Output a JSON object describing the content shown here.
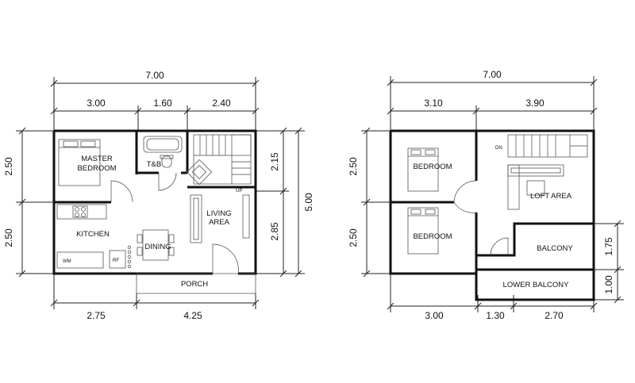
{
  "ground_floor": {
    "dims": {
      "total_width": "7.00",
      "top_segments": [
        "3.00",
        "1.60",
        "2.40"
      ],
      "bottom_segments": [
        "2.75",
        "4.25"
      ],
      "left_segments": [
        "2.50",
        "2.50"
      ],
      "right_inner": [
        "2.15",
        "2.85"
      ],
      "right_total": "5.00"
    },
    "rooms": {
      "master_bedroom_line1": "MASTER",
      "master_bedroom_line2": "BEDROOM",
      "tb": "T&B",
      "living_line1": "LIVING",
      "living_line2": "AREA",
      "kitchen": "KITCHEN",
      "dining": "DINING",
      "porch": "PORCH",
      "up": "UP",
      "wm": "WM",
      "rf": "RF"
    }
  },
  "second_floor": {
    "dims": {
      "total_width": "7.00",
      "top_segments": [
        "3.10",
        "3.90"
      ],
      "bottom_segments": [
        "3.00",
        "1.30",
        "2.70"
      ],
      "left_segments": [
        "2.50",
        "2.50"
      ],
      "right_segments": [
        "1.75",
        "1.00"
      ]
    },
    "rooms": {
      "bedroom_1": "BEDROOM",
      "bedroom_2": "BEDROOM",
      "loft": "LOFT AREA",
      "balcony": "BALCONY",
      "lower_balcony": "LOWER BALCONY",
      "dn": "DN"
    }
  }
}
